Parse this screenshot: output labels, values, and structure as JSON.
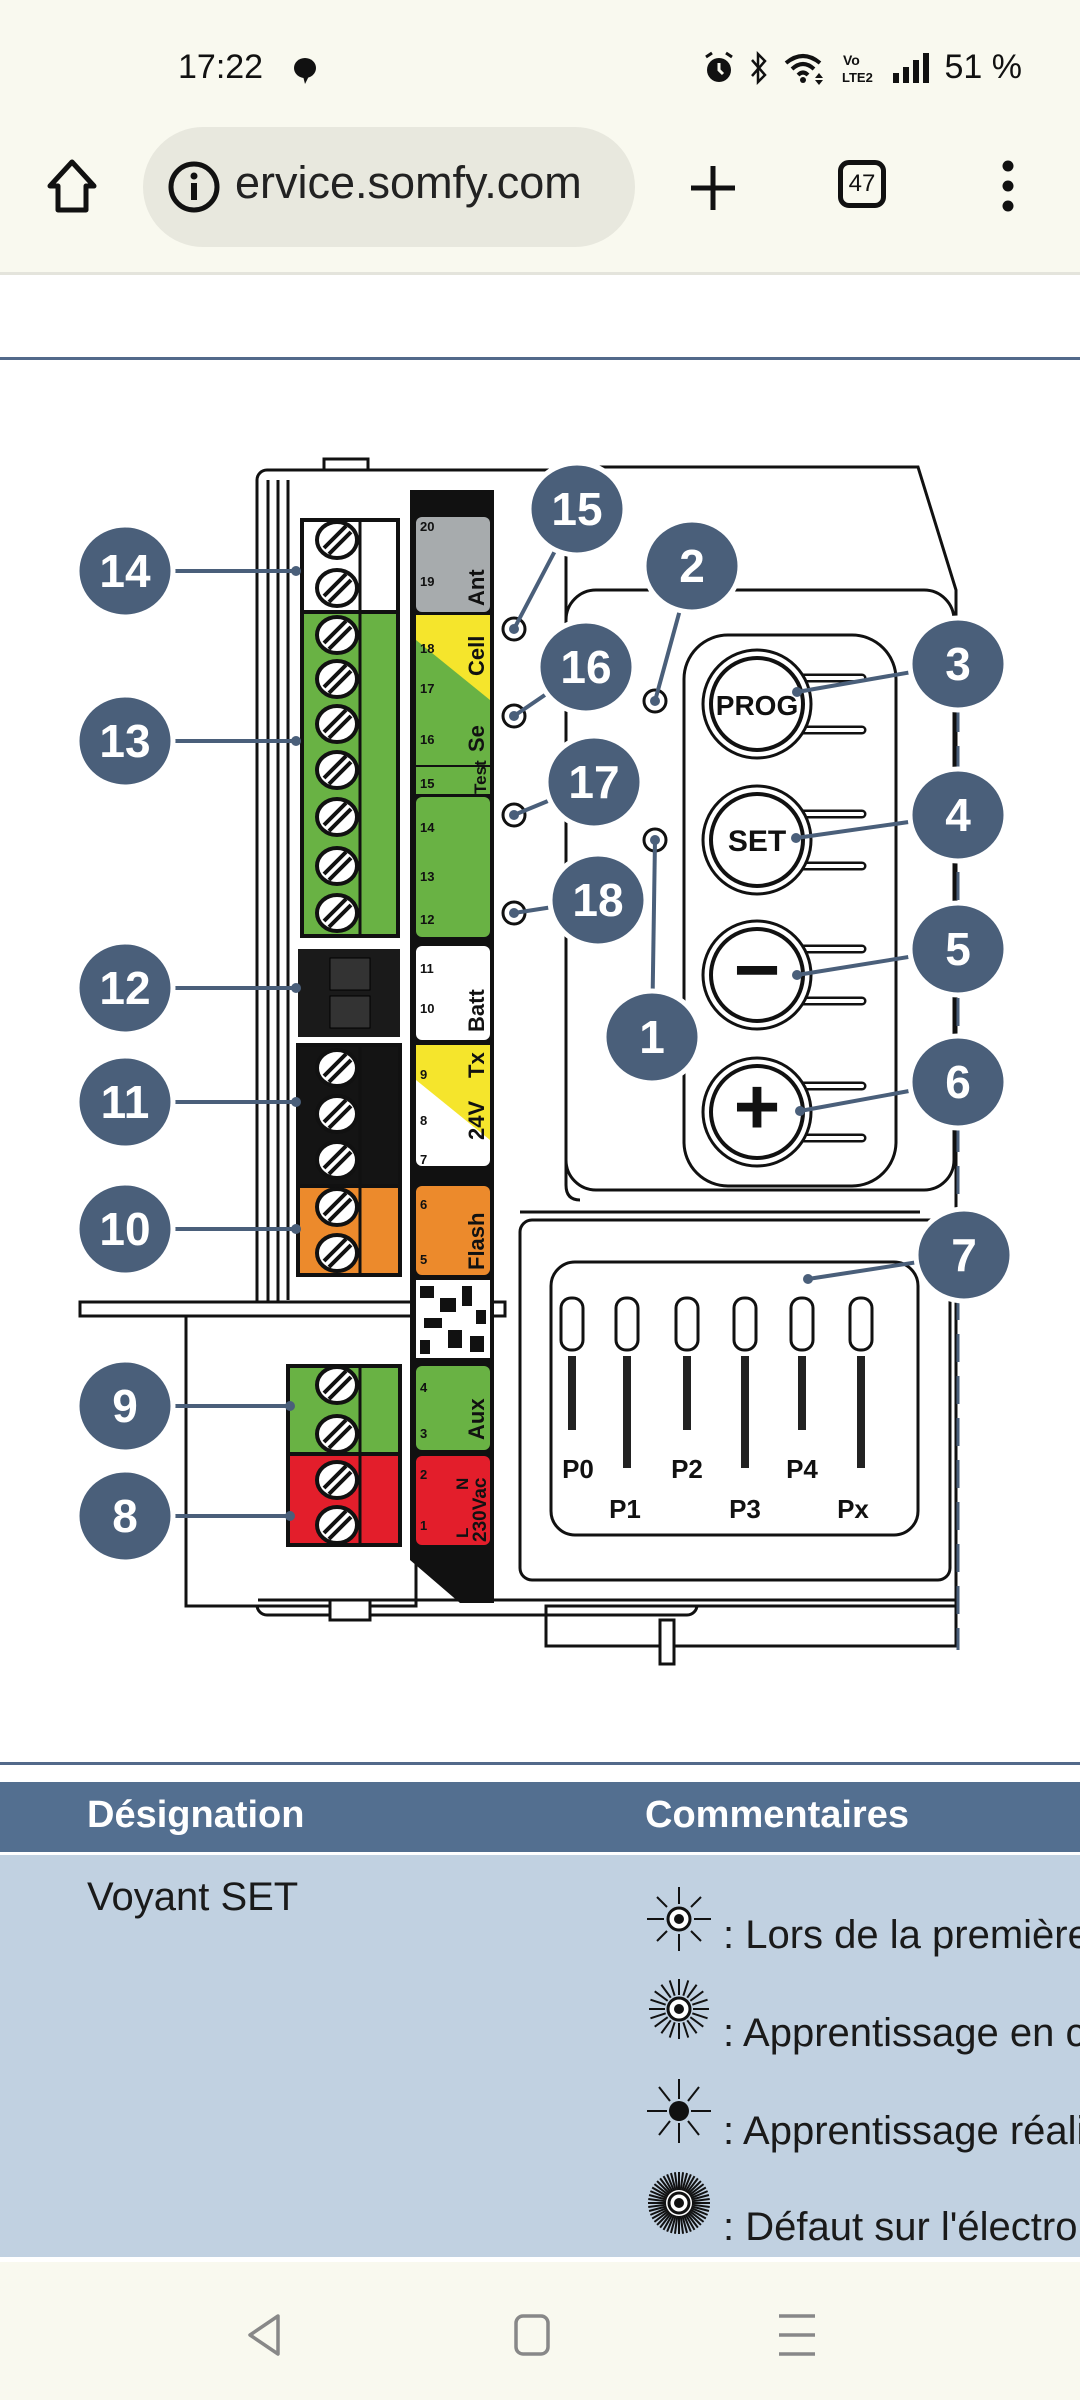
{
  "status_bar": {
    "time": "17:22",
    "battery": "51 %",
    "icons": [
      "chat-bubble-icon",
      "alarm-icon",
      "bluetooth-icon",
      "wifi-icon",
      "volte-icon",
      "signal-icon"
    ],
    "volte_label": "Vo LTE2"
  },
  "browser": {
    "url": "ervice.somfy.com",
    "tab_count": "47",
    "icons": [
      "home-icon",
      "info-icon",
      "new-tab-icon",
      "tabs-icon",
      "menu-icon"
    ]
  },
  "diagram": {
    "badges": [
      "14",
      "13",
      "12",
      "11",
      "10",
      "9",
      "8",
      "15",
      "2",
      "16",
      "17",
      "18",
      "1",
      "3",
      "4",
      "5",
      "6",
      "7"
    ],
    "buttons": {
      "prog": "PROG",
      "set": "SET",
      "minus": "−",
      "plus": "+"
    },
    "sliders": [
      "P0",
      "P1",
      "P2",
      "P3",
      "P4",
      "Px"
    ],
    "strip": {
      "ant": "Ant",
      "cell": "Cell",
      "se": "Se",
      "test": "Test",
      "batt": "Batt",
      "tx": "Tx",
      "v24": "24V",
      "flash": "Flash",
      "aux": "Aux",
      "vac": "230Vac",
      "l": "L",
      "n": "N"
    },
    "terminals": [
      "1",
      "2",
      "3",
      "4",
      "5",
      "6",
      "7",
      "8",
      "9",
      "10",
      "11",
      "12",
      "13",
      "14",
      "15",
      "16",
      "17",
      "18",
      "19",
      "20"
    ],
    "colors": {
      "badge": "#4a5f7a",
      "green": "#69b244",
      "orange": "#ec8a2c",
      "red": "#e31e2b",
      "yellow": "#f5e52c",
      "gray": "#a7abad"
    }
  },
  "table": {
    "headers": [
      "Désignation",
      "Commentaires"
    ],
    "rows": [
      {
        "designation": "Voyant SET",
        "comments": [
          {
            "icon": "led-slow-blink-icon",
            "text": ": Lors de la première"
          },
          {
            "icon": "led-fast-blink-icon",
            "text": ": Apprentissage en co"
          },
          {
            "icon": "led-on-icon",
            "text": ": Apprentissage réalis"
          },
          {
            "icon": "led-very-fast-blink-icon",
            "text": ": Défaut sur l'électron"
          }
        ]
      }
    ]
  },
  "nav_bar": {
    "icons": [
      "back-icon",
      "home-square-icon",
      "recents-icon"
    ]
  }
}
